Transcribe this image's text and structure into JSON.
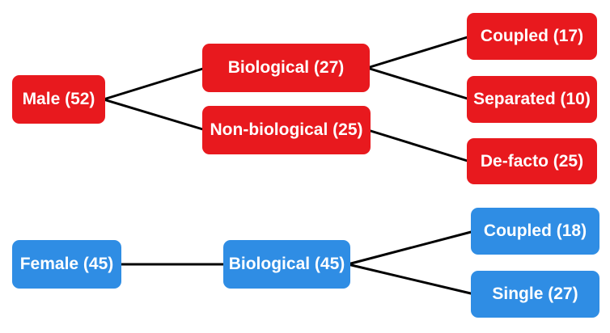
{
  "diagram": {
    "type": "tree",
    "description": "Two-level tree diagram splitting Male and Female groups by biological status and relationship status",
    "colors": {
      "male_branch": "#e8191e",
      "female_branch": "#2f8de4",
      "edge": "#000000",
      "node_text": "#ffffff",
      "background": "#ffffff"
    },
    "nodes": {
      "male": {
        "label": "Male (52)",
        "value": 52,
        "branch": "male"
      },
      "male_bio": {
        "label": "Biological (27)",
        "value": 27,
        "branch": "male"
      },
      "male_nonbio": {
        "label": "Non-biological (25)",
        "value": 25,
        "branch": "male"
      },
      "male_coupled": {
        "label": "Coupled (17)",
        "value": 17,
        "branch": "male"
      },
      "male_separated": {
        "label": "Separated (10)",
        "value": 10,
        "branch": "male"
      },
      "male_defacto": {
        "label": "De-facto (25)",
        "value": 25,
        "branch": "male"
      },
      "female": {
        "label": "Female (45)",
        "value": 45,
        "branch": "female"
      },
      "female_bio": {
        "label": "Biological (45)",
        "value": 45,
        "branch": "female"
      },
      "female_coupled": {
        "label": "Coupled (18)",
        "value": 18,
        "branch": "female"
      },
      "female_single": {
        "label": "Single (27)",
        "value": 27,
        "branch": "female"
      }
    },
    "edges": [
      {
        "from": "male",
        "to": "male_bio"
      },
      {
        "from": "male",
        "to": "male_nonbio"
      },
      {
        "from": "male_bio",
        "to": "male_coupled"
      },
      {
        "from": "male_bio",
        "to": "male_separated"
      },
      {
        "from": "male_nonbio",
        "to": "male_defacto"
      },
      {
        "from": "female",
        "to": "female_bio"
      },
      {
        "from": "female_bio",
        "to": "female_coupled"
      },
      {
        "from": "female_bio",
        "to": "female_single"
      }
    ]
  }
}
